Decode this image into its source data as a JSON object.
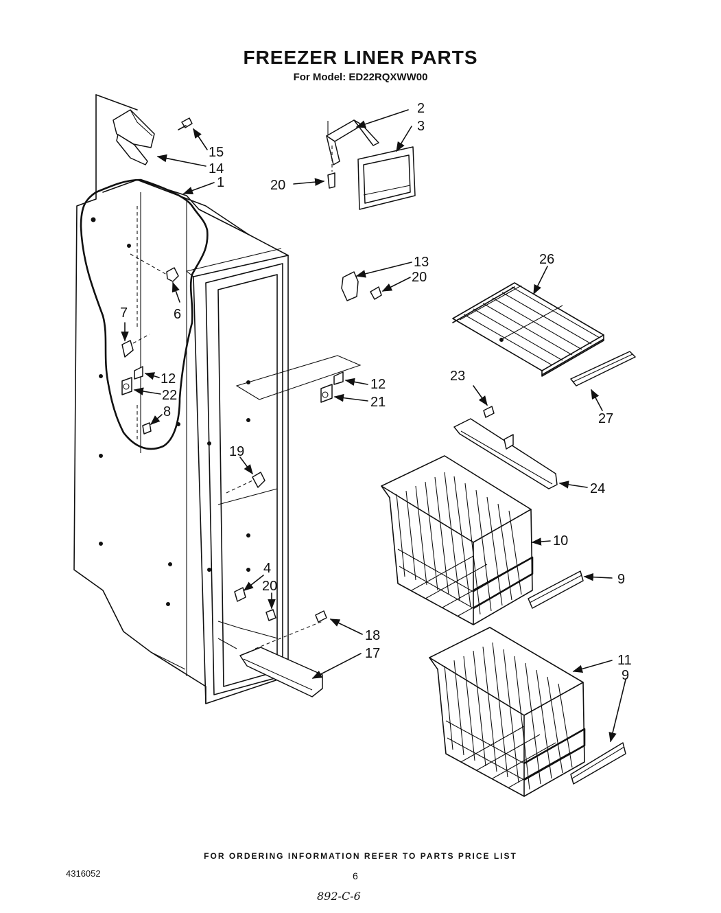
{
  "title": "FREEZER LINER PARTS",
  "model": "For Model: ED22RQXWW00",
  "footer": "FOR ORDERING INFORMATION REFER TO PARTS PRICE LIST",
  "doc_number": "4316052",
  "page_number": "6",
  "handwritten_note": "892-C-6",
  "callouts": [
    {
      "id": "c15",
      "label": "15"
    },
    {
      "id": "c14",
      "label": "14"
    },
    {
      "id": "c1",
      "label": "1"
    },
    {
      "id": "c2",
      "label": "2"
    },
    {
      "id": "c3",
      "label": "3"
    },
    {
      "id": "c20a",
      "label": "20"
    },
    {
      "id": "c13",
      "label": "13"
    },
    {
      "id": "c20b",
      "label": "20"
    },
    {
      "id": "c26",
      "label": "26"
    },
    {
      "id": "c6",
      "label": "6"
    },
    {
      "id": "c7",
      "label": "7"
    },
    {
      "id": "c12a",
      "label": "12"
    },
    {
      "id": "c22",
      "label": "22"
    },
    {
      "id": "c8",
      "label": "8"
    },
    {
      "id": "c12b",
      "label": "12"
    },
    {
      "id": "c21",
      "label": "21"
    },
    {
      "id": "c23",
      "label": "23"
    },
    {
      "id": "c27",
      "label": "27"
    },
    {
      "id": "c19",
      "label": "19"
    },
    {
      "id": "c24",
      "label": "24"
    },
    {
      "id": "c10",
      "label": "10"
    },
    {
      "id": "c9a",
      "label": "9"
    },
    {
      "id": "c4",
      "label": "4"
    },
    {
      "id": "c20c",
      "label": "20"
    },
    {
      "id": "c18",
      "label": "18"
    },
    {
      "id": "c17",
      "label": "17"
    },
    {
      "id": "c11",
      "label": "11"
    },
    {
      "id": "c9b",
      "label": "9"
    }
  ]
}
